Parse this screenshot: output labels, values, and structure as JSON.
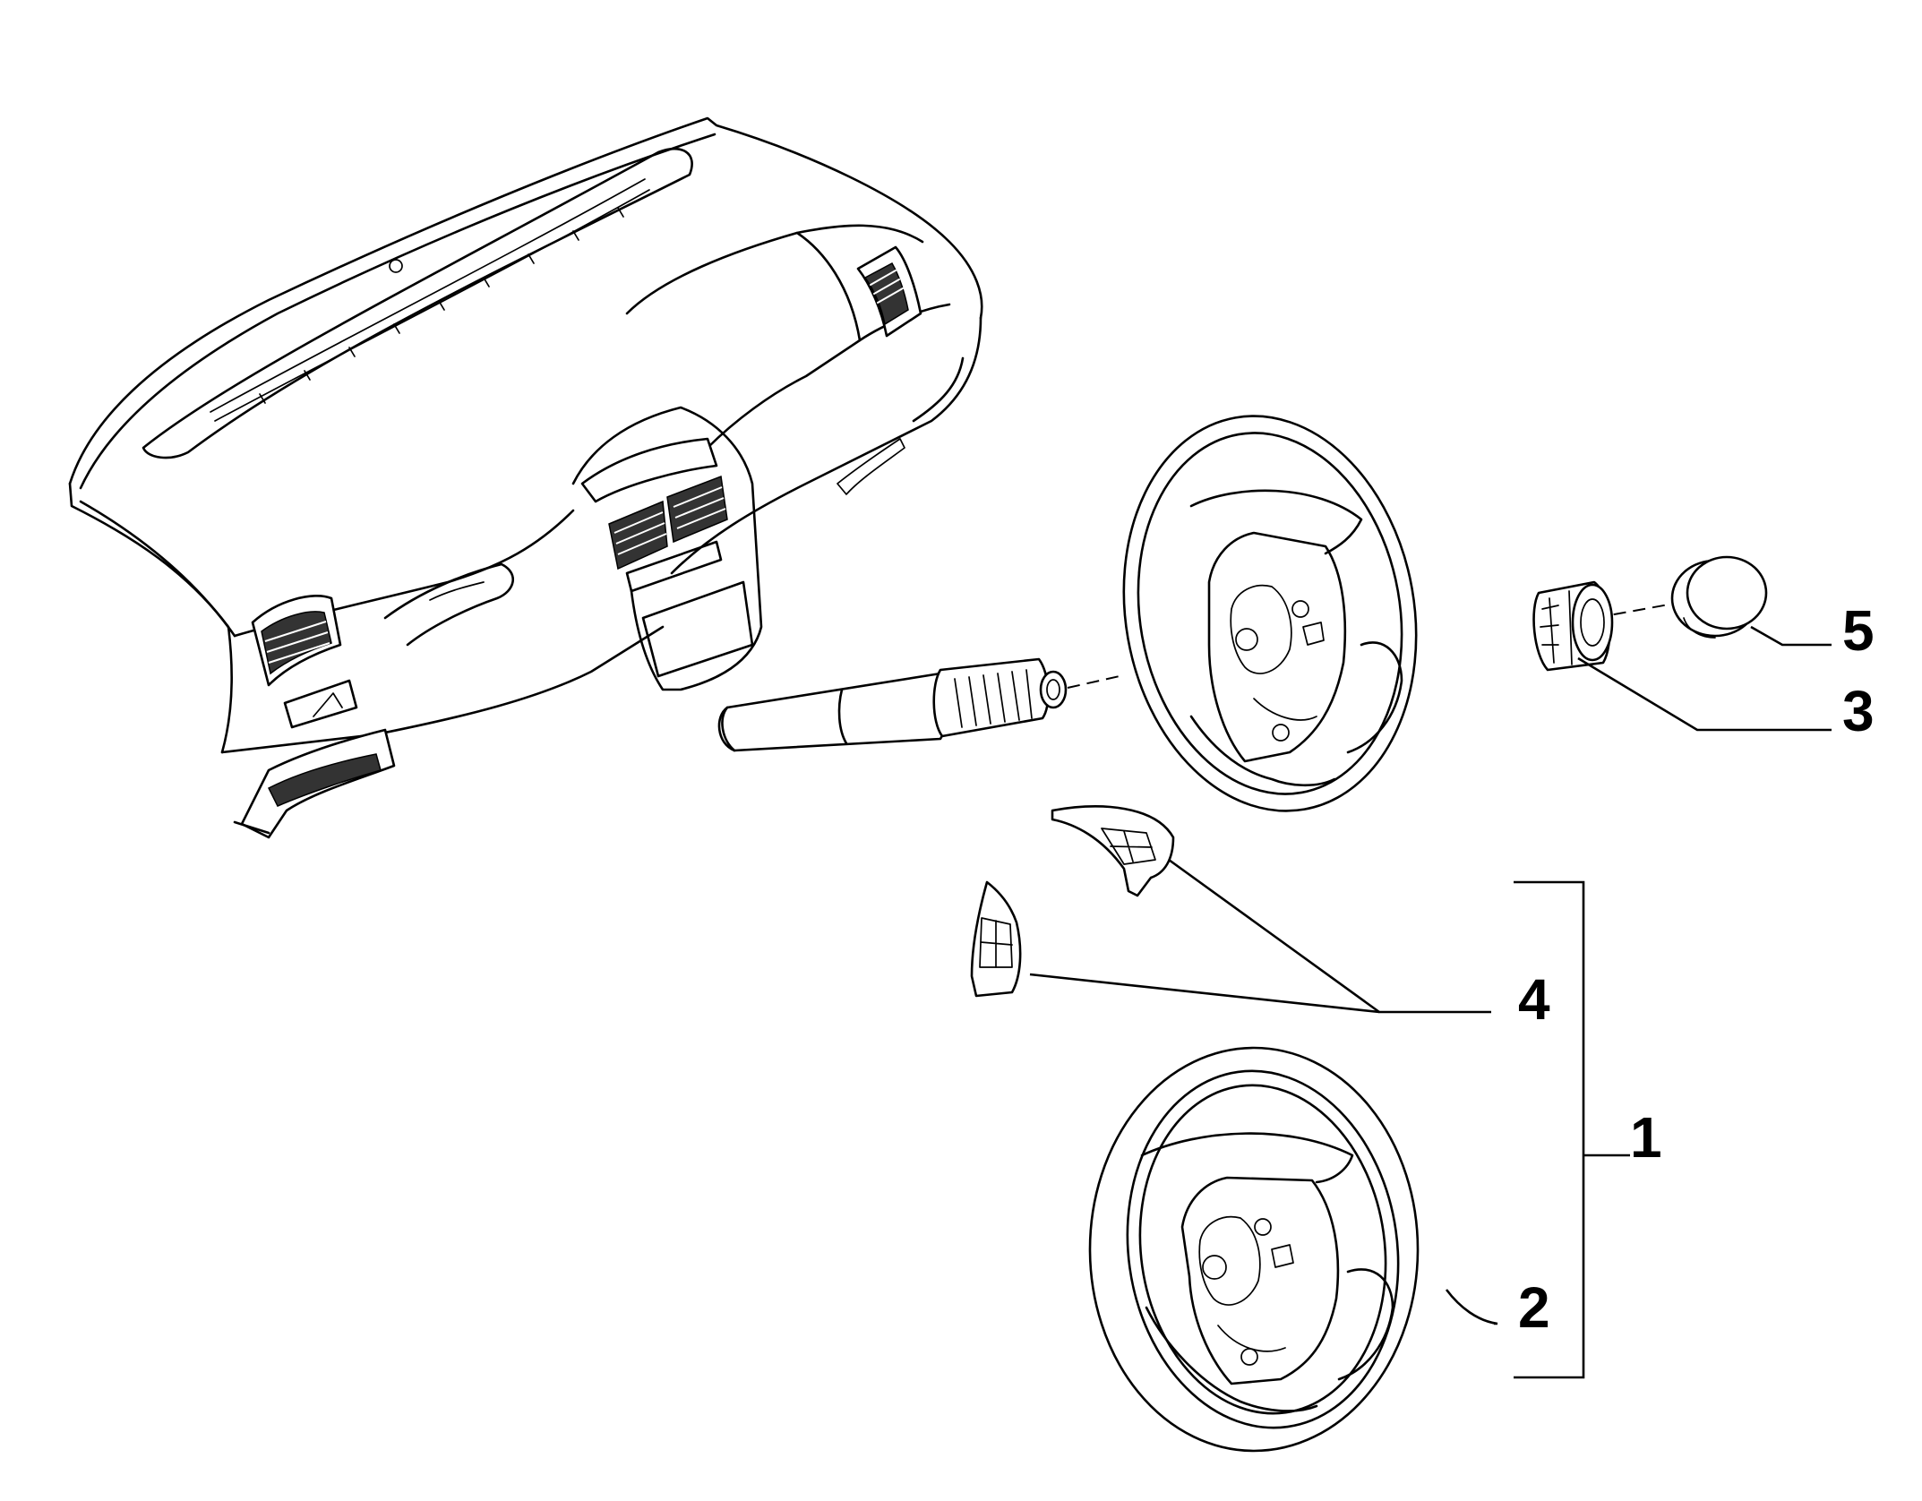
{
  "diagram": {
    "callouts": [
      {
        "id": "1",
        "label": "1",
        "part": "steering-wheel-assembly"
      },
      {
        "id": "2",
        "label": "2",
        "part": "steering-wheel"
      },
      {
        "id": "3",
        "label": "3",
        "part": "hub-adapter"
      },
      {
        "id": "4",
        "label": "4",
        "part": "spoke-trim-covers"
      },
      {
        "id": "5",
        "label": "5",
        "part": "horn-cap"
      }
    ]
  }
}
